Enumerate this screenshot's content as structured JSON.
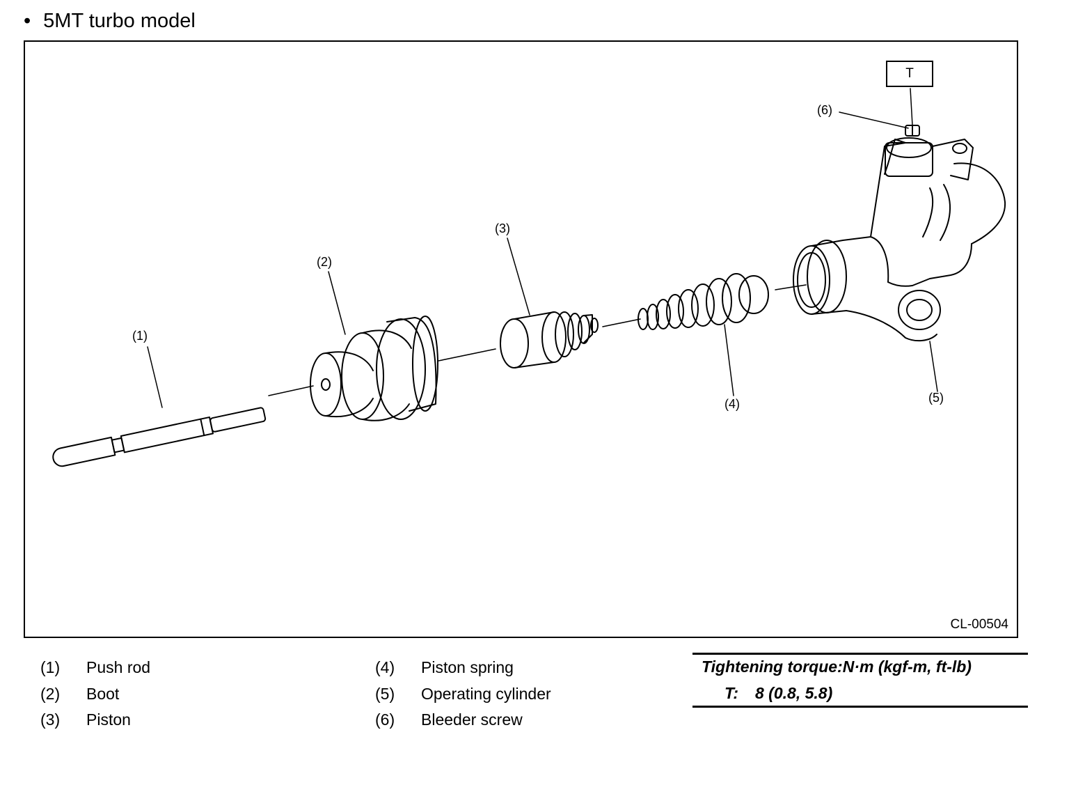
{
  "heading": {
    "bullet": "•",
    "text": "5MT turbo model"
  },
  "figure": {
    "id": "CL-00504",
    "torque_marker": "T",
    "callouts": [
      "(1)",
      "(2)",
      "(3)",
      "(4)",
      "(5)",
      "(6)"
    ]
  },
  "legend": [
    {
      "num": "(1)",
      "label": "Push rod"
    },
    {
      "num": "(2)",
      "label": "Boot"
    },
    {
      "num": "(3)",
      "label": "Piston"
    },
    {
      "num": "(4)",
      "label": "Piston spring"
    },
    {
      "num": "(5)",
      "label": "Operating cylinder"
    },
    {
      "num": "(6)",
      "label": "Bleeder screw"
    }
  ],
  "torque": {
    "title": "Tightening torque:N·m (kgf-m, ft-lb)",
    "code": "T:",
    "value": "8 (0.8, 5.8)"
  }
}
